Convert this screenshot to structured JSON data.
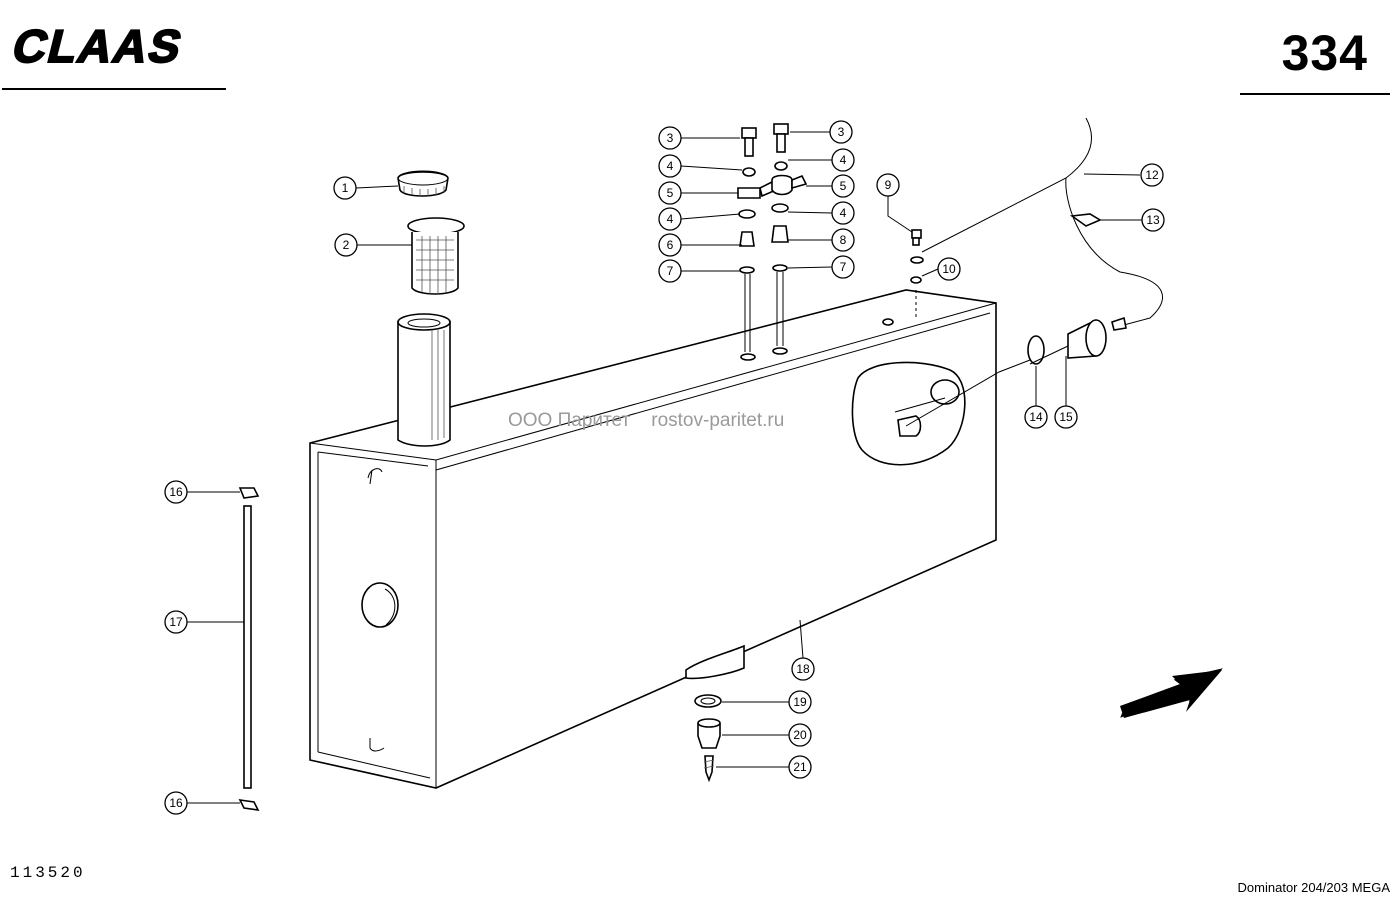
{
  "header": {
    "brand_logo_text": "CLAAS",
    "page_number": "334"
  },
  "footer": {
    "drawing_number": "113520",
    "model": "Dominator 204/203 MEGA"
  },
  "watermark": "ООО Паритет    rostov-paritet.ru",
  "callouts": [
    "1",
    "2",
    "3",
    "3",
    "4",
    "4",
    "5",
    "5",
    "4",
    "4",
    "6",
    "8",
    "7",
    "7",
    "9",
    "10",
    "12",
    "13",
    "14",
    "15",
    "16",
    "17",
    "16",
    "18",
    "19",
    "20",
    "21"
  ],
  "icons": {
    "direction_arrow": "arrow-up-right-icon"
  }
}
